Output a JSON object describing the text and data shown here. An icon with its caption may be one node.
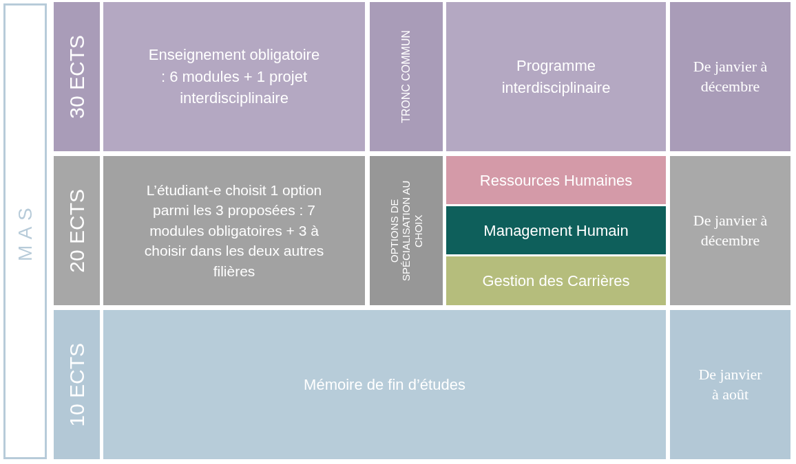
{
  "diagram": {
    "nodes": [
      {
        "text": [
          "MAS"
        ]
      },
      {
        "text": [
          "30 ECTS"
        ]
      },
      {
        "text": [
          "Enseignement obligatoire : 6 modules + 1 projet interdisciplinaire"
        ]
      },
      {
        "text": [
          "TRONC COMMUN"
        ]
      },
      {
        "text": [
          "Programme interdisciplinaire"
        ]
      },
      {
        "text": [
          "De janvier à décembre"
        ]
      },
      {
        "text": [
          "20 ECTS"
        ]
      },
      {
        "text": [
          "L’étudiant-e choisit 1 option parmi les 3 proposées : 7 modules obligatoires + 3 à choisir dans les deux autres filières"
        ]
      },
      {
        "text": [
          "OPTIONS DE SPÉCIALISATION AU CHOIX"
        ]
      },
      {
        "text": [
          "Ressources Humaines"
        ]
      },
      {
        "text": [
          "Management Humain"
        ]
      },
      {
        "text": [
          "Gestion des Carrières"
        ]
      },
      {
        "text": [
          "De janvier à décembre"
        ]
      },
      {
        "text": [
          "10 ECTS"
        ]
      },
      {
        "text": [
          "Mémoire de fin d’études"
        ]
      },
      {
        "text": [
          "De janvier à août"
        ]
      }
    ]
  }
}
